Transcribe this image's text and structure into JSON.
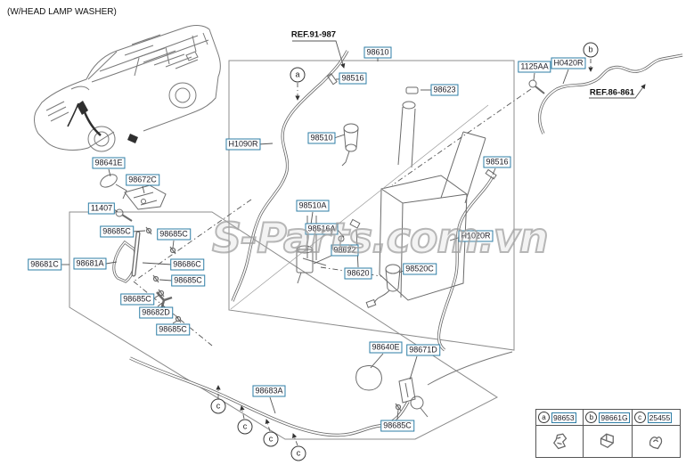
{
  "header": {
    "title": "(W/HEAD LAMP WASHER)"
  },
  "watermark": {
    "text": "S-Parts.com.vn"
  },
  "colors": {
    "label_border": "#2e7ea6",
    "label_text": "#1b1b24",
    "line_art": "#6b6b6b",
    "dark_part": "#2f2f2f",
    "watermark_gray": "#a0a0a0"
  },
  "ref_labels": [
    {
      "text": "REF.91-987"
    },
    {
      "text": "REF.86-861"
    }
  ],
  "part_labels": [
    {
      "text": "98610"
    },
    {
      "text": "98516"
    },
    {
      "text": "98623"
    },
    {
      "text": "1125AA"
    },
    {
      "text": "H0420R"
    },
    {
      "text": "H1090R"
    },
    {
      "text": "98510"
    },
    {
      "text": "98510A"
    },
    {
      "text": "98516A"
    },
    {
      "text": "98622"
    },
    {
      "text": "98620"
    },
    {
      "text": "98520C"
    },
    {
      "text": "H1020R"
    },
    {
      "text": "98516"
    },
    {
      "text": "98641E"
    },
    {
      "text": "98672C"
    },
    {
      "text": "11407"
    },
    {
      "text": "98685C"
    },
    {
      "text": "98685C"
    },
    {
      "text": "98681C"
    },
    {
      "text": "98681A"
    },
    {
      "text": "98686C"
    },
    {
      "text": "98685C"
    },
    {
      "text": "98685C"
    },
    {
      "text": "98682D"
    },
    {
      "text": "98685C"
    },
    {
      "text": "98640E"
    },
    {
      "text": "98671D"
    },
    {
      "text": "98683A"
    },
    {
      "text": "98685C"
    }
  ],
  "markers": {
    "a": "a",
    "b": "b",
    "c": "c"
  },
  "legend": {
    "items": [
      {
        "marker": "a",
        "part": "98653"
      },
      {
        "marker": "b",
        "part": "98661G"
      },
      {
        "marker": "c",
        "part": "25455"
      }
    ]
  }
}
